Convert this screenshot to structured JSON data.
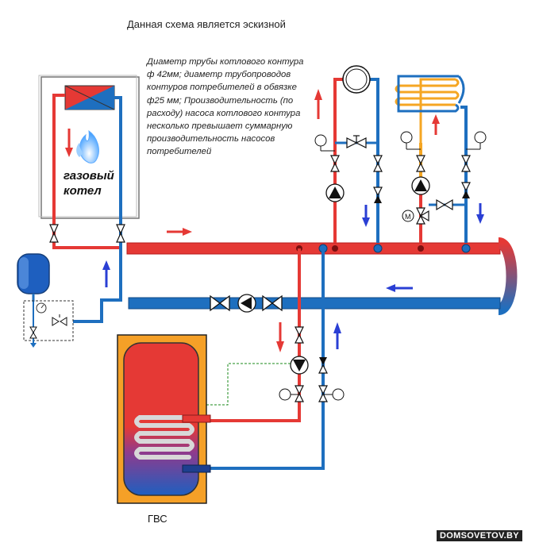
{
  "header": {
    "title": "Данная схема является эскизной"
  },
  "note": {
    "text": "Диаметр  трубы котлового контура ф 42мм; диаметр трубопроводов контуров потребителей в обвязке ф25 мм; Производительность (по расходу) насоса котлового контура несколько превышает суммарную производительность насосов потребителей"
  },
  "labels": {
    "boiler": "газовый котел",
    "dhw": "ГВС",
    "watermark": "DOMSOVETOV.BY"
  },
  "diagram": {
    "actuator_label": "M",
    "colors": {
      "supply": "#e53935",
      "return": "#1e6fbf",
      "underfloor_supply": "#f5a623",
      "tank_body": "#f5a027",
      "flow_arrow_blue": "#2a3fd4",
      "sensor_line": "#1a8a1a"
    }
  }
}
